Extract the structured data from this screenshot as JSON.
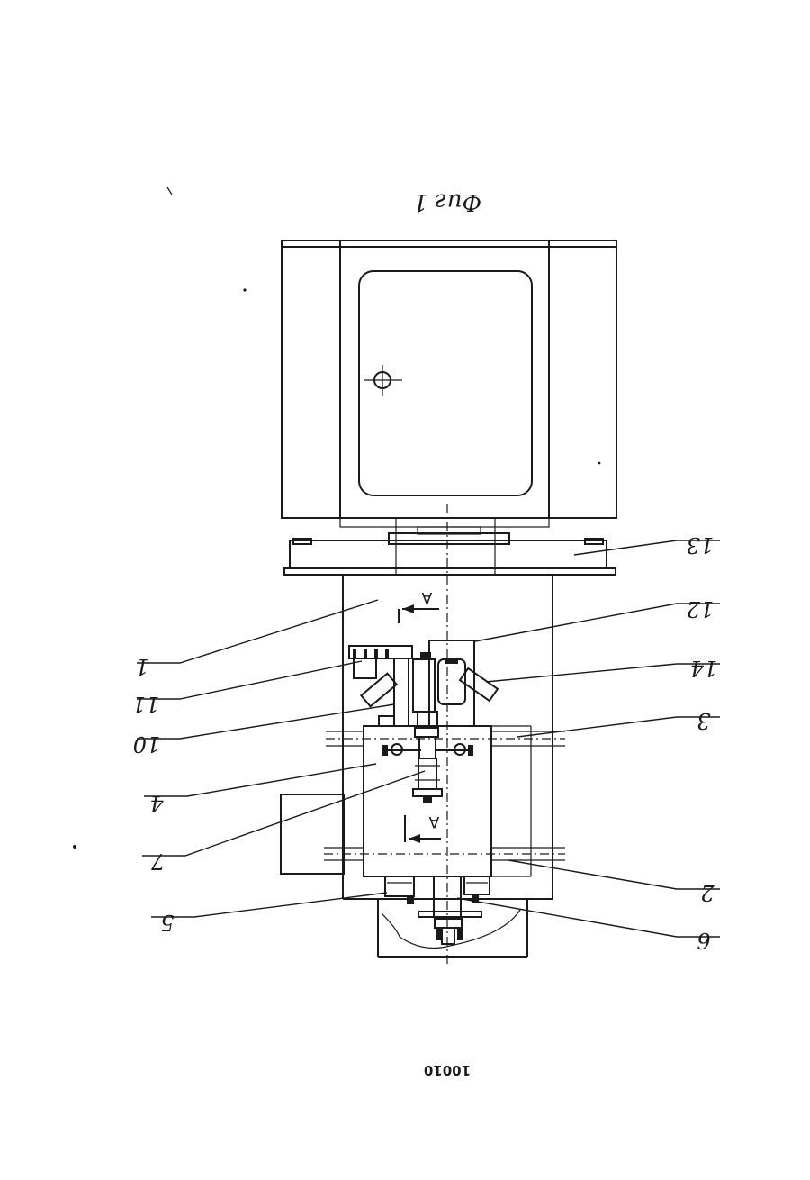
{
  "figure": {
    "caption": "Фиг 1",
    "page_number": "10010",
    "section_marks": [
      "А",
      "А"
    ],
    "labels": [
      "13",
      "12",
      "14",
      "3",
      "2",
      "6",
      "1",
      "11",
      "10",
      "4",
      "7",
      "5"
    ]
  }
}
